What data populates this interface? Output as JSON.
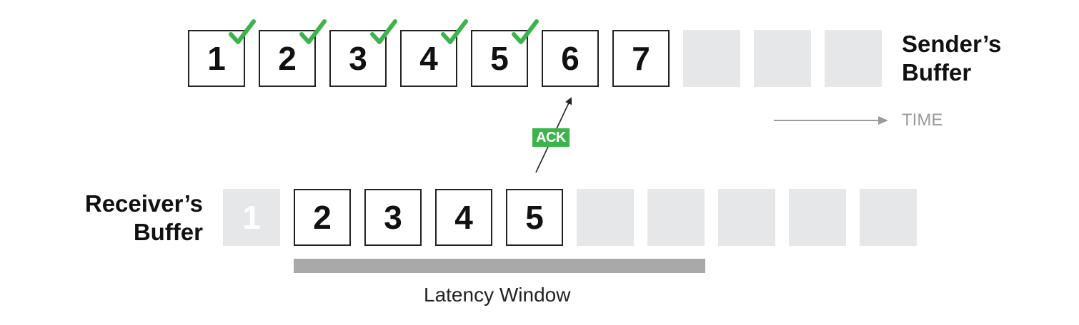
{
  "sender": {
    "label_line1": "Sender’s",
    "label_line2": "Buffer",
    "packets": [
      {
        "label": "1",
        "state": "filled",
        "acked": true
      },
      {
        "label": "2",
        "state": "filled",
        "acked": true
      },
      {
        "label": "3",
        "state": "filled",
        "acked": true
      },
      {
        "label": "4",
        "state": "filled",
        "acked": true
      },
      {
        "label": "5",
        "state": "filled",
        "acked": true
      },
      {
        "label": "6",
        "state": "filled",
        "acked": false
      },
      {
        "label": "7",
        "state": "filled",
        "acked": false
      },
      {
        "label": "",
        "state": "empty",
        "acked": false
      },
      {
        "label": "",
        "state": "empty",
        "acked": false
      },
      {
        "label": "",
        "state": "empty",
        "acked": false
      }
    ]
  },
  "receiver": {
    "label_line1": "Receiver’s",
    "label_line2": "Buffer",
    "packets": [
      {
        "label": "1",
        "state": "faded"
      },
      {
        "label": "2",
        "state": "filled"
      },
      {
        "label": "3",
        "state": "filled"
      },
      {
        "label": "4",
        "state": "filled"
      },
      {
        "label": "5",
        "state": "filled"
      },
      {
        "label": "",
        "state": "empty"
      },
      {
        "label": "",
        "state": "empty"
      },
      {
        "label": "",
        "state": "empty"
      },
      {
        "label": "",
        "state": "empty"
      },
      {
        "label": "",
        "state": "empty"
      }
    ]
  },
  "ack": {
    "label": "ACK"
  },
  "time": {
    "label": "TIME"
  },
  "latency_window": {
    "label": "Latency Window"
  },
  "colors": {
    "check": "#3cb44b",
    "ack": "#3cb44b",
    "empty_slot": "#e6e7e9",
    "window_bar": "#a9a9a9"
  }
}
